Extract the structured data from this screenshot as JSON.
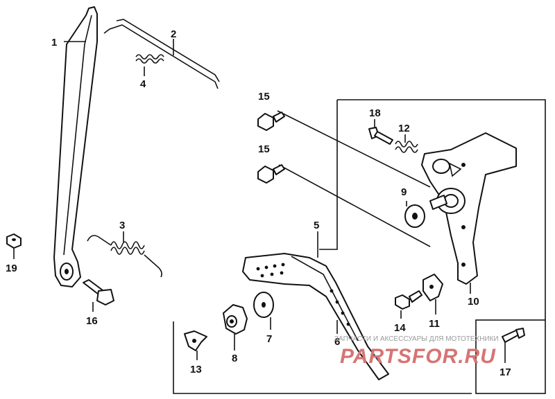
{
  "callouts": [
    {
      "id": "1",
      "text": "1"
    },
    {
      "id": "2",
      "text": "2"
    },
    {
      "id": "3",
      "text": "3"
    },
    {
      "id": "4",
      "text": "4"
    },
    {
      "id": "5",
      "text": "5"
    },
    {
      "id": "6",
      "text": "6"
    },
    {
      "id": "7",
      "text": "7"
    },
    {
      "id": "8",
      "text": "8"
    },
    {
      "id": "9",
      "text": "9"
    },
    {
      "id": "10",
      "text": "10"
    },
    {
      "id": "11",
      "text": "11"
    },
    {
      "id": "12",
      "text": "12"
    },
    {
      "id": "13",
      "text": "13"
    },
    {
      "id": "14",
      "text": "14"
    },
    {
      "id": "15a",
      "text": "15"
    },
    {
      "id": "15b",
      "text": "15"
    },
    {
      "id": "16",
      "text": "16"
    },
    {
      "id": "17",
      "text": "17"
    },
    {
      "id": "18",
      "text": "18"
    },
    {
      "id": "19",
      "text": "19"
    }
  ],
  "watermark": {
    "caption": "ЗАПЧАСТИ И АКСЕССУАРЫ ДЛЯ МОТОТЕХНИКИ",
    "brand": "PARTSFOR.RU",
    "color": "#d77474"
  }
}
